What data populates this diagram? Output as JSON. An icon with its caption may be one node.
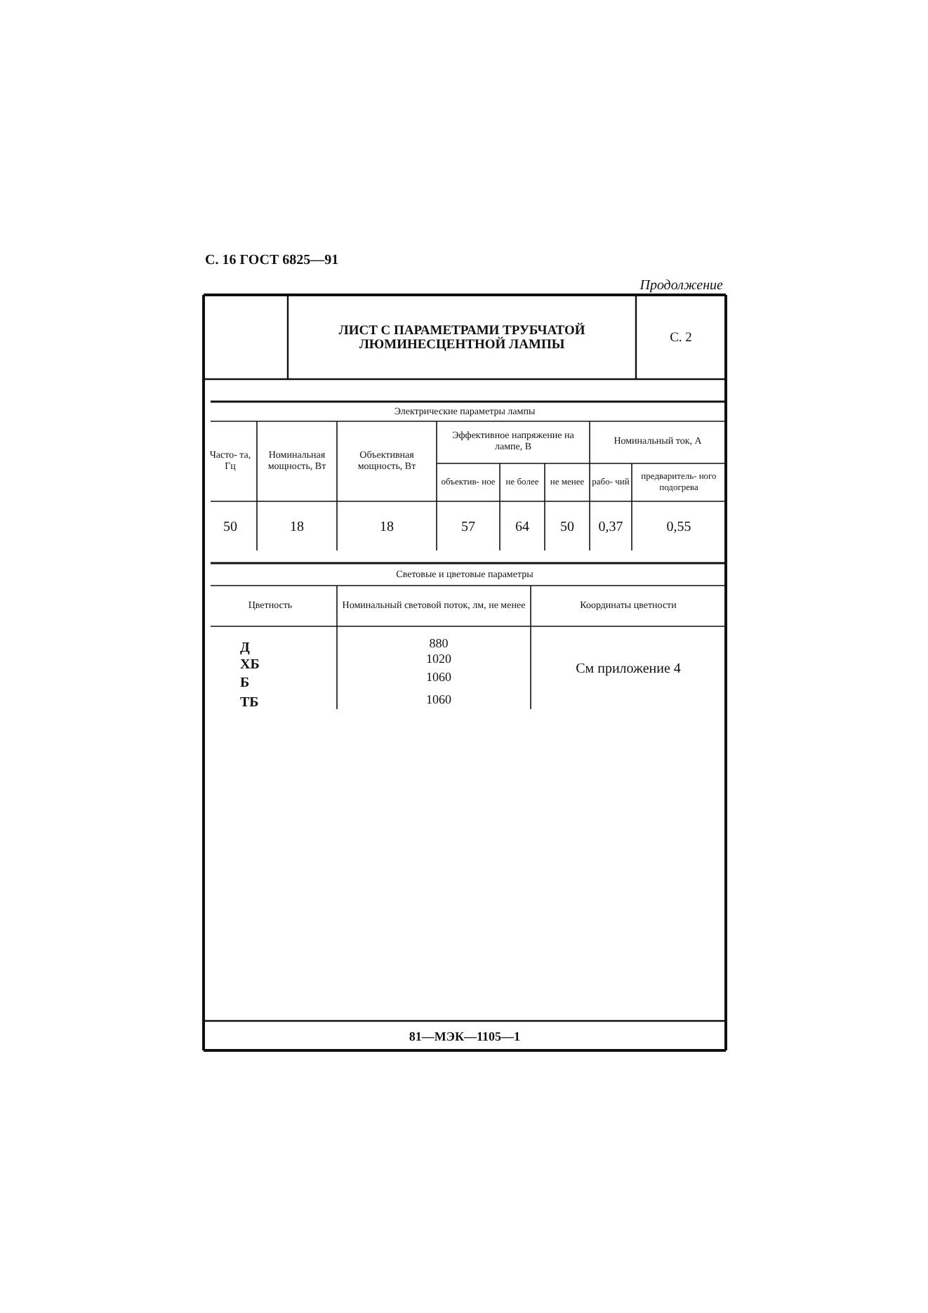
{
  "diagram": {
    "labels": [
      "С. 16 ГОСТ 6825—91",
      "Продолжение",
      "ЛИСТ С ПАРАМЕТРАМИ ТРУБЧАТОЙ ЛЮМИНЕСЦЕНТНОЙ ЛАМПЫ",
      "С. 2",
      "Электрические параметры лампы",
      "Часто- та, Гц",
      "Номинальная мощность, Вт",
      "Объективная мощность, Вт",
      "Эффективное напряжение на лампе, В",
      "Номинальный ток, А",
      "объектив- ное",
      "не более",
      "не менее",
      "рабо- чий",
      "предваритель- ного подогрева",
      "50",
      "18",
      "18",
      "57",
      "64",
      "50",
      "0,37",
      "0,55",
      "Световые и цветовые параметры",
      "Цветность",
      "Номинальный световой поток, лм, не менее",
      "Координаты цветности",
      "Д",
      "ХБ",
      "Б",
      "ТБ",
      "880",
      "1020",
      "1060",
      "1060",
      "См приложение 4",
      "81—МЭК—1105—1"
    ]
  }
}
